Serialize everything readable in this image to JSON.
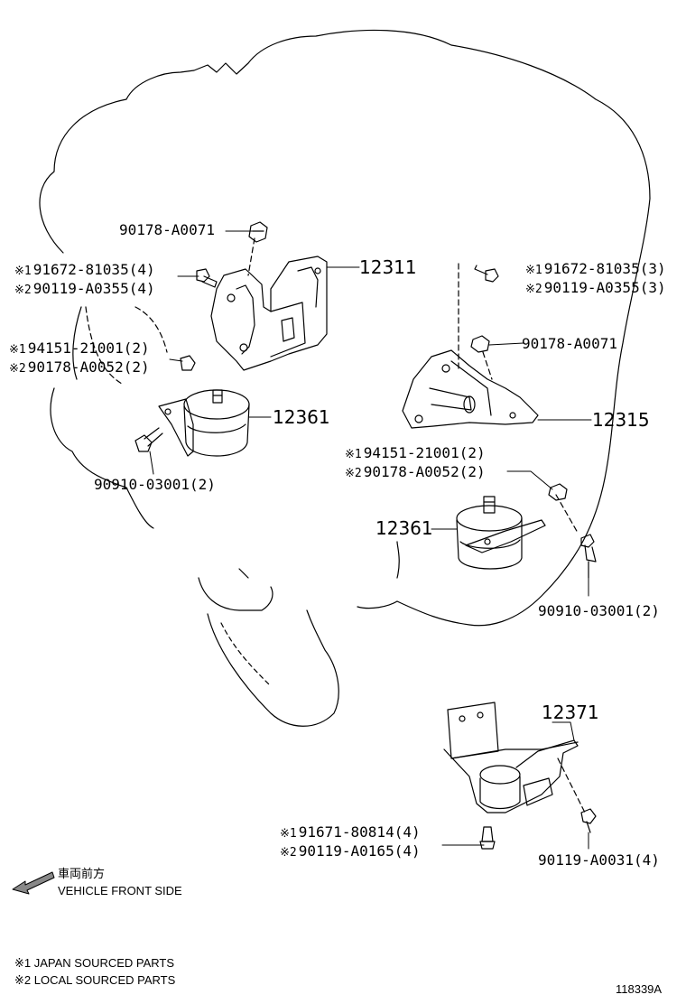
{
  "labels": {
    "p90178_top": "90178-A0071",
    "m1_91672_4": "91672-81035(4)",
    "m2_90119_4": "90119-A0355(4)",
    "p12311": "12311",
    "m1_91672_3": "91672-81035(3)",
    "m2_90119_3": "90119-A0355(3)",
    "p90178_right": "90178-A0071",
    "m1_94151_left": "94151-21001(2)",
    "m2_90178_left": "90178-A0052(2)",
    "p12361_left": "12361",
    "p12315": "12315",
    "p90910_left": "90910-03001(2)",
    "m1_94151_right": "94151-21001(2)",
    "m2_90178_right": "90178-A0052(2)",
    "p12361_right": "12361",
    "p90910_right": "90910-03001(2)",
    "p12371": "12371",
    "m1_91671": "91671-80814(4)",
    "m2_90119_0165": "90119-A0165(4)",
    "p90119_0031": "90119-A0031(4)"
  },
  "markers": {
    "m1": "※1",
    "m2": "※2"
  },
  "front": {
    "jp": "車両前方",
    "en": "VEHICLE FRONT SIDE"
  },
  "legend": {
    "m1": "※1  JAPAN SOURCED PARTS",
    "m2": "※2  LOCAL SOURCED PARTS"
  },
  "figure_id": "118339A"
}
